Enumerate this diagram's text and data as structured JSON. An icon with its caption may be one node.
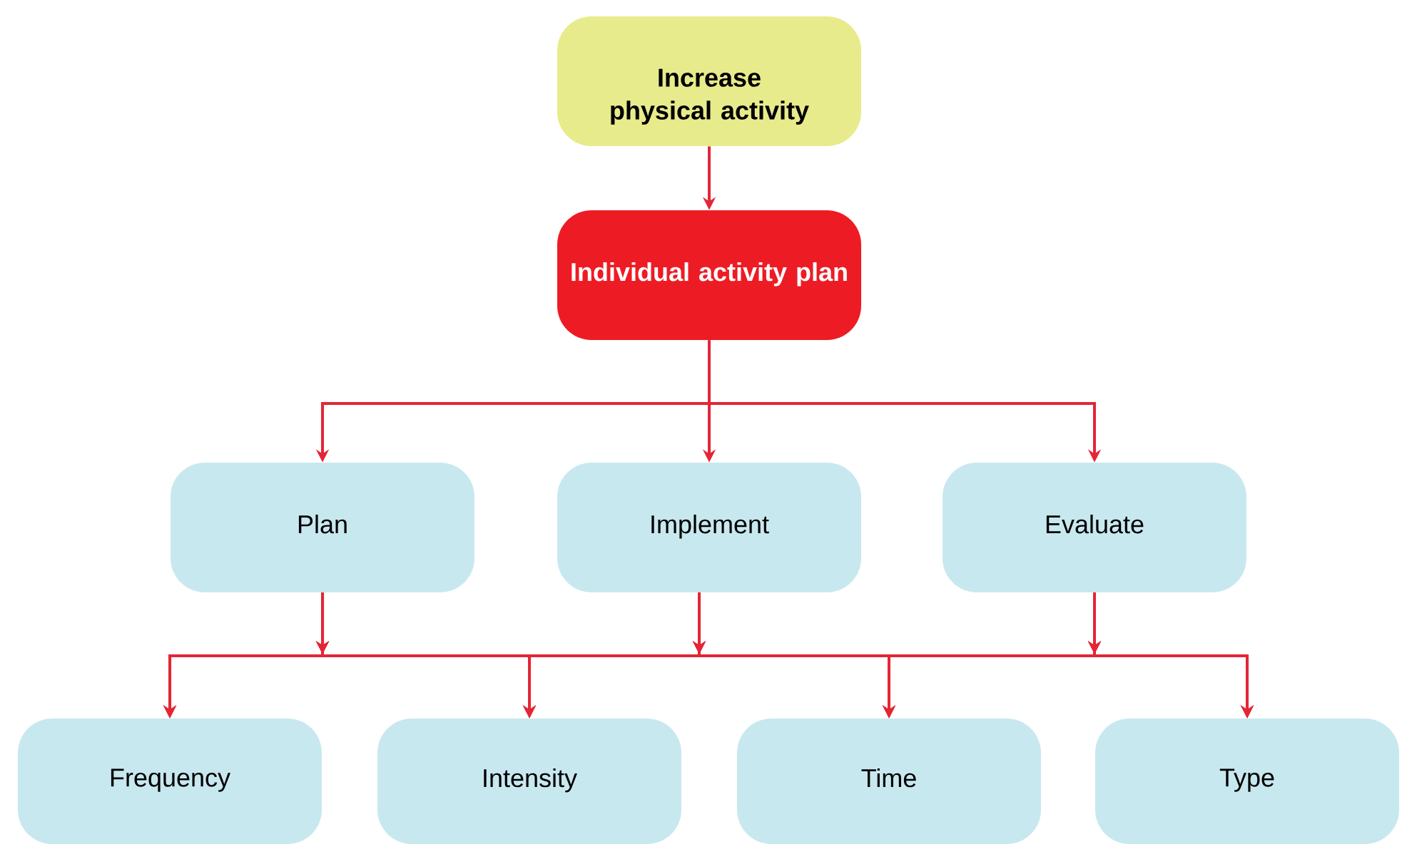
{
  "diagram": {
    "nodes": [
      {
        "text": [
          "Increase physical activity"
        ]
      },
      {
        "text": [
          "Individual activity plan"
        ]
      },
      {
        "text": [
          "Plan"
        ]
      },
      {
        "text": [
          "Implement"
        ]
      },
      {
        "text": [
          "Evaluate"
        ]
      },
      {
        "text": [
          "Frequency"
        ]
      },
      {
        "text": [
          "Intensity"
        ]
      },
      {
        "text": [
          "Time"
        ]
      },
      {
        "text": [
          "Type"
        ]
      }
    ],
    "edges": [
      {
        "from": 0,
        "to": 1,
        "arrow": "to"
      },
      {
        "from": 1,
        "to": 2,
        "arrow": "to"
      },
      {
        "from": 1,
        "to": 3,
        "arrow": "to"
      },
      {
        "from": 1,
        "to": 4,
        "arrow": "to"
      },
      {
        "from": 2,
        "to": 5,
        "arrow": "to"
      },
      {
        "from": 2,
        "to": 6,
        "arrow": "to"
      },
      {
        "from": 2,
        "to": 7,
        "arrow": "to"
      },
      {
        "from": 2,
        "to": 8,
        "arrow": "to"
      },
      {
        "from": 3,
        "to": 5,
        "arrow": "to"
      },
      {
        "from": 3,
        "to": 6,
        "arrow": "to"
      },
      {
        "from": 3,
        "to": 7,
        "arrow": "to"
      },
      {
        "from": 3,
        "to": 8,
        "arrow": "to"
      },
      {
        "from": 4,
        "to": 5,
        "arrow": "to"
      },
      {
        "from": 4,
        "to": 6,
        "arrow": "to"
      },
      {
        "from": 4,
        "to": 7,
        "arrow": "to"
      },
      {
        "from": 4,
        "to": 8,
        "arrow": "to"
      }
    ]
  }
}
